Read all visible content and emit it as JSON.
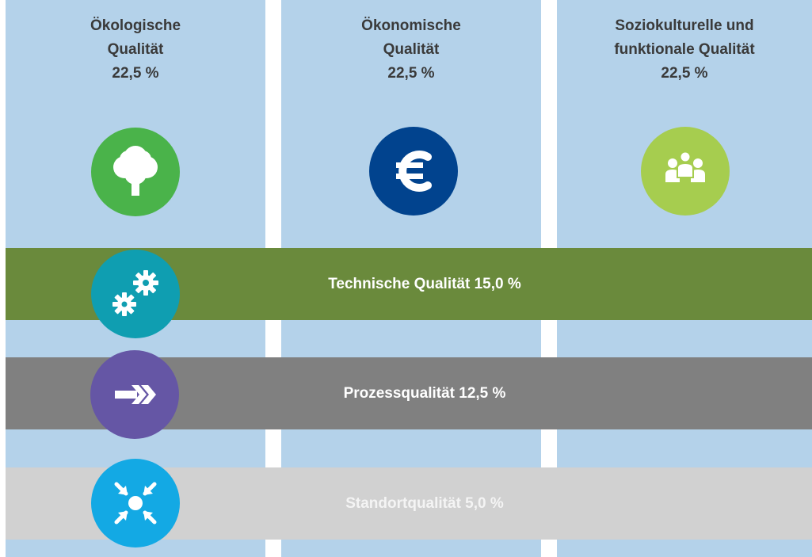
{
  "columns": [
    {
      "title_lines": [
        "Ökologische",
        "Qualität"
      ],
      "weight": "22,5 %",
      "icon": "tree-icon",
      "color": "#4ab34a"
    },
    {
      "title_lines": [
        "Ökonomische",
        "Qualität"
      ],
      "weight": "22,5 %",
      "icon": "euro-icon",
      "color": "#01438e"
    },
    {
      "title_lines": [
        "Soziokulturelle und",
        "funktionale Qualität"
      ],
      "weight": "22,5 %",
      "icon": "people-icon",
      "color": "#a6cd4f"
    }
  ],
  "bands": [
    {
      "label": "Technische Qualität 15,0 %",
      "icon": "gears-icon",
      "color": "#6a8a3c",
      "icon_color": "#0f9eb1"
    },
    {
      "label": "Prozessqualität 12,5 %",
      "icon": "chevron-arrows-icon",
      "color": "#808080",
      "icon_color": "#6556a5"
    },
    {
      "label": "Standortqualität 5,0 %",
      "icon": "converging-arrows-icon",
      "color": "#d1d1d1",
      "icon_color": "#13a9e4"
    }
  ]
}
